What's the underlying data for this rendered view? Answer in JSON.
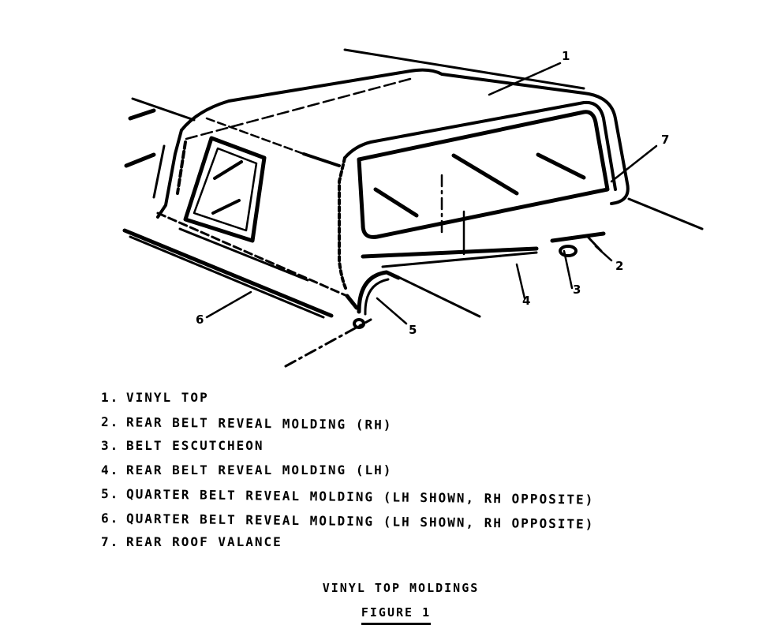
{
  "callouts": {
    "c1": "1",
    "c2": "2",
    "c3": "3",
    "c4": "4",
    "c5": "5",
    "c6": "6",
    "c7": "7"
  },
  "legend": {
    "items": [
      {
        "num": "1.",
        "text": "VINYL TOP"
      },
      {
        "num": "2.",
        "text": "REAR BELT REVEAL MOLDING (RH)"
      },
      {
        "num": "3.",
        "text": "BELT ESCUTCHEON"
      },
      {
        "num": "4.",
        "text": "REAR BELT REVEAL MOLDING (LH)"
      },
      {
        "num": "5.",
        "text": "QUARTER BELT REVEAL MOLDING (LH SHOWN, RH OPPOSITE)"
      },
      {
        "num": "6.",
        "text": "QUARTER BELT REVEAL MOLDING (LH SHOWN, RH OPPOSITE)"
      },
      {
        "num": "7.",
        "text": "REAR ROOF VALANCE"
      }
    ]
  },
  "caption": {
    "title": "VINYL TOP MOLDINGS",
    "figure": "FIGURE 1"
  }
}
